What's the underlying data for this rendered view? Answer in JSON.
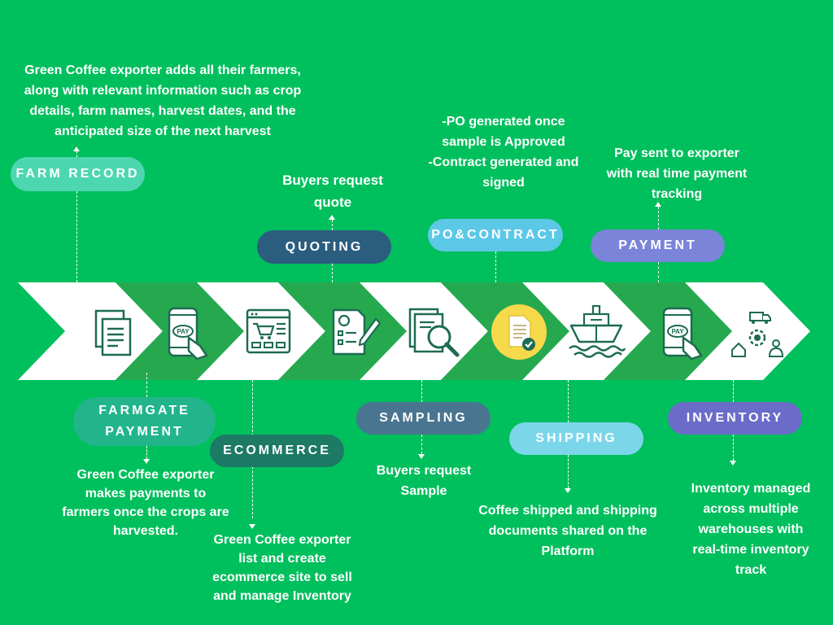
{
  "stages": {
    "farm_record": {
      "label": "FARM RECORD",
      "description": [
        "Green Coffee exporter adds all their farmers,",
        "along with relevant information such as crop",
        "details, farm names, harvest dates, and the",
        "anticipated size of the next harvest"
      ]
    },
    "farmgate_payment": {
      "label_lines": [
        "FARMGATE",
        "PAYMENT"
      ],
      "description": [
        "Green Coffee exporter",
        "makes payments to",
        "farmers once the crops are",
        "harvested."
      ]
    },
    "ecommerce": {
      "label": "ECOMMERCE",
      "description": [
        "Green Coffee exporter",
        "list and create",
        "ecommerce site to sell",
        "and manage Inventory"
      ]
    },
    "quoting": {
      "label": "QUOTING",
      "description": [
        "Buyers request",
        "quote"
      ]
    },
    "sampling": {
      "label": "SAMPLING",
      "description": [
        "Buyers request",
        "Sample"
      ]
    },
    "po_contract": {
      "label": "PO&CONTRACT",
      "description": [
        "-PO generated once",
        "sample is Approved",
        "-Contract generated and",
        "signed"
      ]
    },
    "shipping": {
      "label": "SHIPPING",
      "description": [
        "Coffee shipped and shipping",
        "documents shared on the",
        "Platform"
      ]
    },
    "payment": {
      "label": "PAYMENT",
      "description": [
        "Pay sent to exporter",
        "with real time payment",
        "tracking"
      ]
    },
    "inventory": {
      "label": "INVENTORY",
      "description": [
        "Inventory managed",
        "across multiple",
        "warehouses with",
        "real-time inventory",
        "track"
      ]
    }
  },
  "icons": {
    "pay_badge_text": "PAY",
    "sequence": [
      "documents-icon",
      "mobile-pay-icon",
      "ecommerce-browser-icon",
      "quote-document-icon",
      "sample-search-icon",
      "contract-approved-icon",
      "cargo-ship-icon",
      "mobile-pay-icon",
      "inventory-logistics-icon"
    ]
  },
  "colors": {
    "background": "#00bf5d",
    "farm_record": "#4dd7b0",
    "farmgate_payment": "#22b58c",
    "ecommerce": "#1c7a65",
    "quoting": "#2b5d7f",
    "sampling": "#4a7590",
    "po_contract": "#5cc8e8",
    "shipping": "#7bd6ea",
    "payment": "#7a84d9",
    "inventory": "#6b6cc9"
  }
}
